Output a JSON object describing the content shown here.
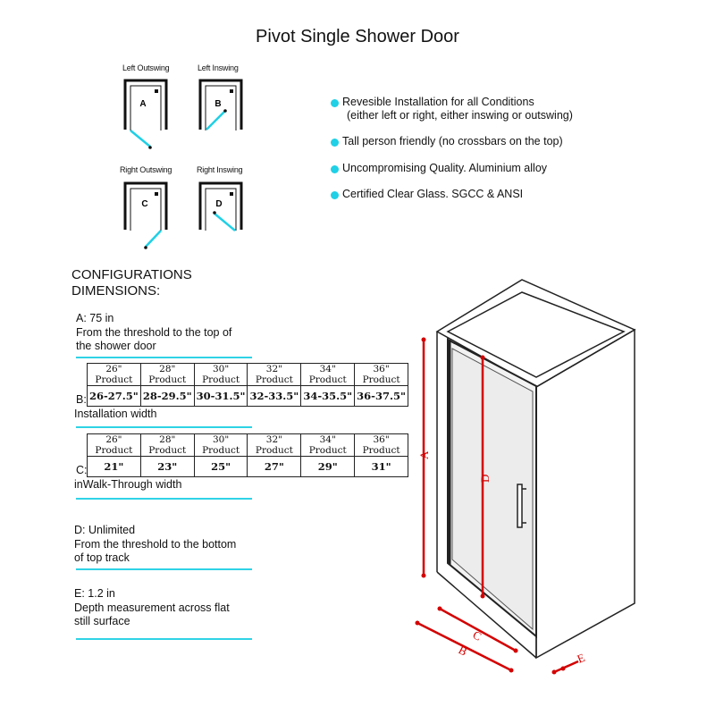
{
  "title": "Pivot Single Shower Door",
  "swings": [
    {
      "label": "Left Outswing",
      "letter": "A"
    },
    {
      "label": "Left Inswing",
      "letter": "B"
    },
    {
      "label": "Right Outswing",
      "letter": "C"
    },
    {
      "label": "Right Inswing",
      "letter": "D"
    }
  ],
  "features": [
    {
      "line1": "Revesible Installation for all Conditions",
      "line2": "(either left or right, either inswing or outswing)"
    },
    {
      "line1": "Tall person friendly (no crossbars on the top)"
    },
    {
      "line1": "Uncompromising Quality. Aluminium alloy"
    },
    {
      "line1": "Certified Clear Glass. SGCC & ANSI"
    }
  ],
  "config_heading": {
    "line1": "CONFIGURATIONS",
    "line2": "DIMENSIONS:"
  },
  "dimension_a": {
    "label": "A: 75 in",
    "line1": "From the threshold to the top of",
    "line2": "the shower door"
  },
  "table_b": {
    "letter": "B:",
    "caption": "Installation width",
    "headers": [
      "26\" Product",
      "28\" Product",
      "30\" Product",
      "32\" Product",
      "34\" Product",
      "36\" Product"
    ],
    "values": [
      "26-27.5\"",
      "28-29.5\"",
      "30-31.5\"",
      "32-33.5\"",
      "34-35.5\"",
      "36-37.5\""
    ]
  },
  "table_c": {
    "letter": "C:",
    "caption": "inWalk-Through width",
    "headers": [
      "26\" Product",
      "28\" Product",
      "30\" Product",
      "32\" Product",
      "34\" Product",
      "36\" Product"
    ],
    "values": [
      "21\"",
      "23\"",
      "25\"",
      "27\"",
      "29\"",
      "31\""
    ]
  },
  "dimension_d": {
    "label": "D: Unlimited",
    "line1": "From the threshold to the bottom",
    "line2": "of top track"
  },
  "dimension_e": {
    "label": "E: 1.2 in",
    "line1": "Depth measurement across flat",
    "line2": "still surface"
  },
  "drawing_labels": {
    "a": "A",
    "b": "B",
    "c": "C",
    "d": "D",
    "e": "E"
  },
  "colors": {
    "accent_cyan": "#1fd0e6",
    "dimension_red": "#d40000"
  }
}
